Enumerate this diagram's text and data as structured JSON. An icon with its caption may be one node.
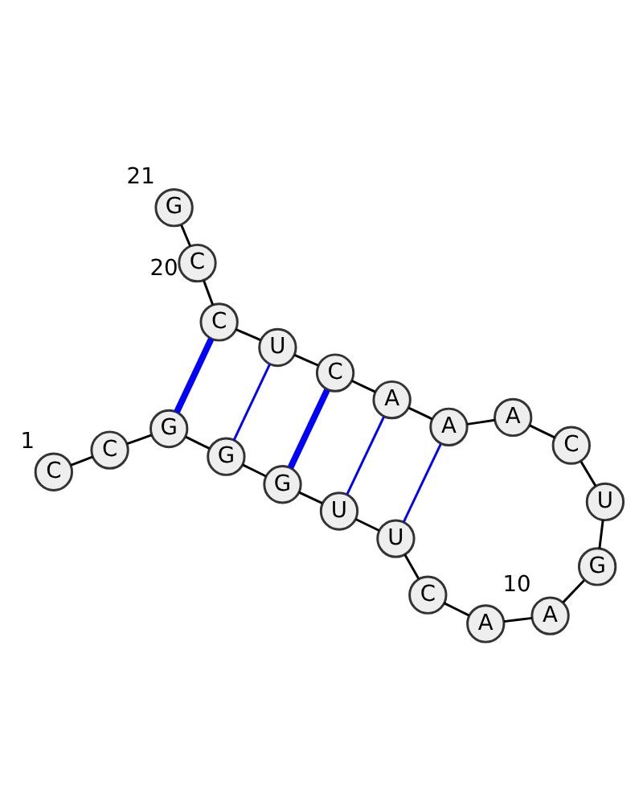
{
  "diagram": {
    "nodes": [
      {
        "text": [
          "C"
        ],
        "beside": [
          "1"
        ]
      },
      {
        "text": [
          "C"
        ]
      },
      {
        "text": [
          "G"
        ]
      },
      {
        "text": [
          "G"
        ]
      },
      {
        "text": [
          "G"
        ]
      },
      {
        "text": [
          "U"
        ]
      },
      {
        "text": [
          "U"
        ]
      },
      {
        "text": [
          "C"
        ]
      },
      {
        "text": [
          "A"
        ]
      },
      {
        "text": [
          "A"
        ],
        "beside": [
          "10"
        ]
      },
      {
        "text": [
          "G"
        ]
      },
      {
        "text": [
          "U"
        ]
      },
      {
        "text": [
          "C"
        ]
      },
      {
        "text": [
          "A"
        ]
      },
      {
        "text": [
          "A"
        ]
      },
      {
        "text": [
          "A"
        ]
      },
      {
        "text": [
          "C"
        ]
      },
      {
        "text": [
          "U"
        ]
      },
      {
        "text": [
          "C"
        ]
      },
      {
        "text": [
          "C"
        ],
        "beside": [
          "20"
        ]
      },
      {
        "text": [
          "G"
        ],
        "beside": [
          "21"
        ]
      }
    ],
    "edges": [
      {
        "from": 0,
        "to": 1,
        "arrow": "none"
      },
      {
        "from": 1,
        "to": 2,
        "arrow": "none"
      },
      {
        "from": 2,
        "to": 3,
        "arrow": "none"
      },
      {
        "from": 3,
        "to": 4,
        "arrow": "none"
      },
      {
        "from": 4,
        "to": 5,
        "arrow": "none"
      },
      {
        "from": 5,
        "to": 6,
        "arrow": "none"
      },
      {
        "from": 6,
        "to": 7,
        "arrow": "none"
      },
      {
        "from": 7,
        "to": 8,
        "arrow": "none"
      },
      {
        "from": 8,
        "to": 9,
        "arrow": "none"
      },
      {
        "from": 9,
        "to": 10,
        "arrow": "none"
      },
      {
        "from": 10,
        "to": 11,
        "arrow": "none"
      },
      {
        "from": 11,
        "to": 12,
        "arrow": "none"
      },
      {
        "from": 12,
        "to": 13,
        "arrow": "none"
      },
      {
        "from": 13,
        "to": 14,
        "arrow": "none"
      },
      {
        "from": 14,
        "to": 15,
        "arrow": "none"
      },
      {
        "from": 15,
        "to": 16,
        "arrow": "none"
      },
      {
        "from": 16,
        "to": 17,
        "arrow": "none"
      },
      {
        "from": 17,
        "to": 18,
        "arrow": "none"
      },
      {
        "from": 18,
        "to": 19,
        "arrow": "none"
      },
      {
        "from": 19,
        "to": 20,
        "arrow": "none"
      },
      {
        "from": 2,
        "to": 18,
        "arrow": "none",
        "style": "thick",
        "color": "#0000ff"
      },
      {
        "from": 3,
        "to": 17,
        "arrow": "none",
        "color": "#0000ff"
      },
      {
        "from": 4,
        "to": 16,
        "arrow": "none",
        "style": "thick",
        "color": "#0000ff"
      },
      {
        "from": 5,
        "to": 15,
        "arrow": "none",
        "color": "#0000ff"
      },
      {
        "from": 6,
        "to": 14,
        "arrow": "none",
        "color": "#0000ff"
      }
    ]
  }
}
